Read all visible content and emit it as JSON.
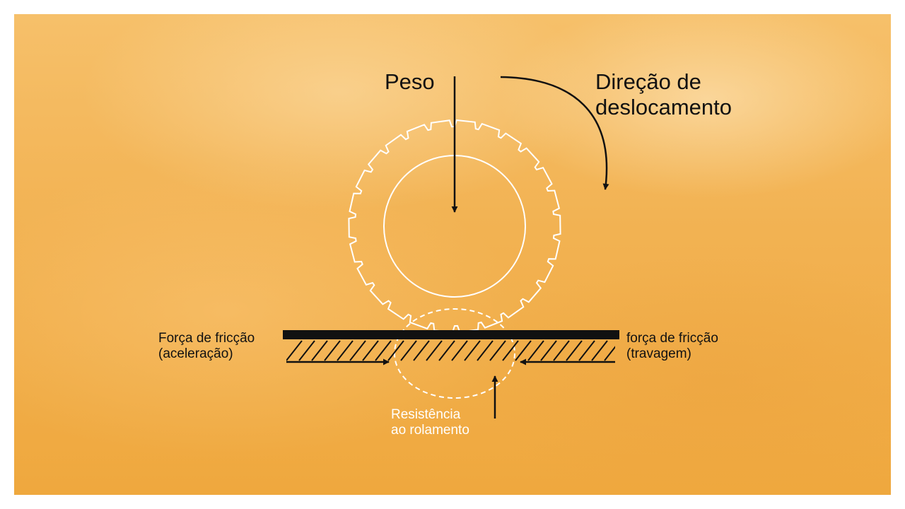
{
  "labels": {
    "weight": "Peso",
    "direction_line1": "Direção de",
    "direction_line2": "deslocamento",
    "friction_accel_line1": "Força de fricção",
    "friction_accel_line2": "(aceleração)",
    "friction_brake_line1": "força de fricção",
    "friction_brake_line2": "(travagem)",
    "rolling_line1": "Resistência",
    "rolling_line2": "ao rolamento"
  },
  "colors": {
    "background_light": "#f6c06a",
    "background_dark": "#efa83e",
    "ink": "#111111",
    "tire": "#ffffff"
  }
}
